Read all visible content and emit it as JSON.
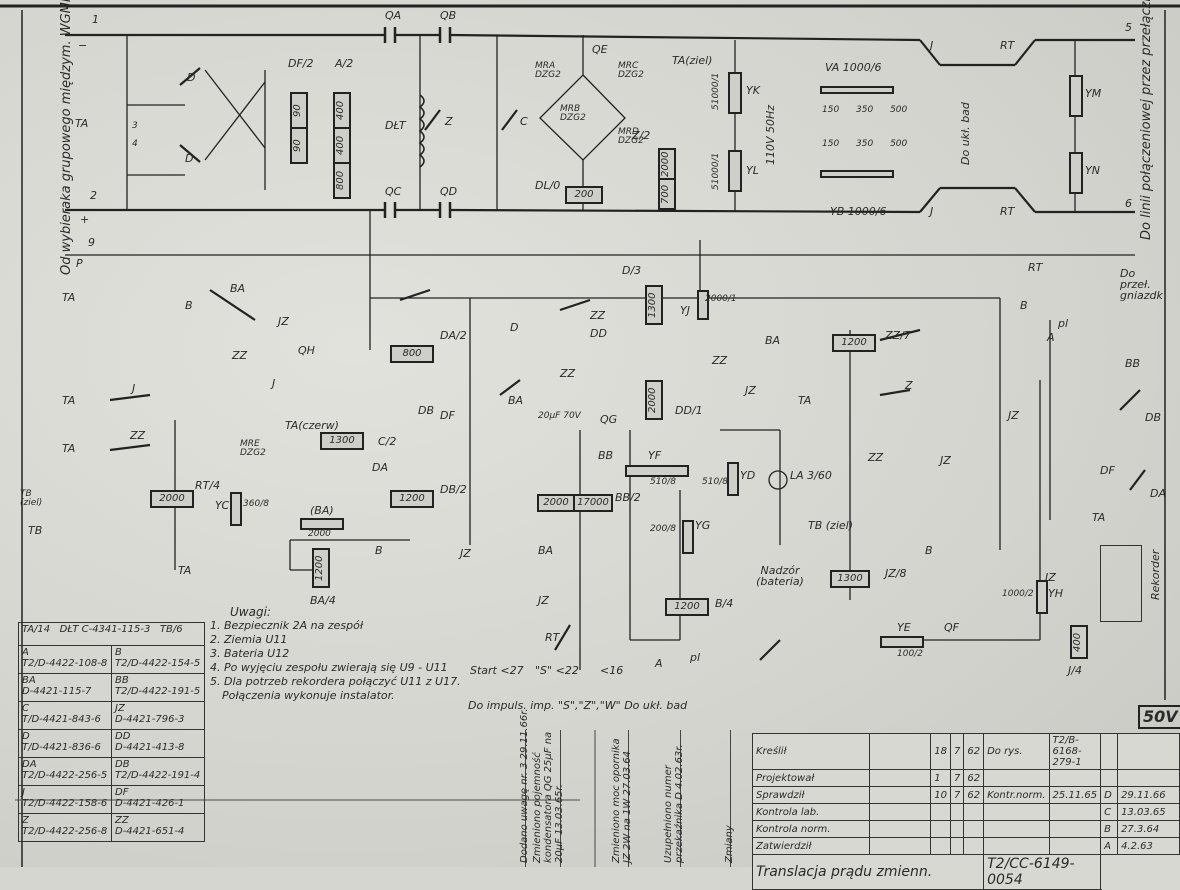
{
  "edge_labels": {
    "left": "Od wybieraka grupowego międzym. WGMM",
    "right": "Do linii połączeniowej przez przełącznice gniazdk i przenośnik",
    "voltage": "50V"
  },
  "labels": {
    "t1": "1",
    "t2": "2",
    "t9": "9",
    "P": "P",
    "t5": "5",
    "t6": "6",
    "minus": "−",
    "plus": "+",
    "TA": "TA",
    "TA3": "3",
    "TA4": "4",
    "QA": "QA",
    "QB": "QB",
    "QC": "QC",
    "QD": "QD",
    "QE": "QE",
    "QF": "QF",
    "QG": "QG",
    "QH": "QH",
    "D": "D",
    "DF2": "DF/2",
    "A2": "A/2",
    "R90": "90",
    "R400": "400",
    "R800": "800",
    "DLT": "DŁT",
    "Z": "Z",
    "C": "C",
    "MRA": "MRA DZG2",
    "MRB": "MRB DZG2",
    "MRC": "MRC DZG2",
    "MRD": "MRD DZG2",
    "MRE": "MRE DZG2",
    "DL0": "DL/0",
    "R200": "200",
    "Z2": "Z/2",
    "R2000": "2000",
    "R700": "700",
    "TAziel": "TA(ziel)",
    "YK": "YK",
    "YL": "YL",
    "R51000": "51000/1",
    "ac": "110V 50Hz",
    "VA": "VA 1000/6",
    "YB": "YB 1000/6",
    "taps": "150 350 500",
    "J": "J",
    "RT": "RT",
    "YM": "YM",
    "YN": "YN",
    "ukl_bad": "Do ukł. bad",
    "B": "B",
    "BA": "BA",
    "BB": "BB",
    "JZ": "JZ",
    "ZZ": "ZZ",
    "DA": "DA",
    "DB": "DB",
    "DD": "DD",
    "DF": "DF",
    "DA2": "DA/2",
    "DB2": "DB/2",
    "C2": "C/2",
    "R1300": "1300",
    "R1200": "1200",
    "TAczerw": "TA(czerw)",
    "D3": "D/3",
    "YJ": "YJ",
    "R2000_1": "2000/1",
    "DD1": "DD/1",
    "ZZ7": "ZZ/7",
    "QGval": "20µF 70V",
    "YF": "YF",
    "YF510": "510/8",
    "R17000": "17000",
    "BB2": "BB/2",
    "YD": "YD",
    "YD510": "510/8",
    "LA": "LA 3/60",
    "TBziel": "TB (ziel)",
    "Nadzor": "Nadzór (bateria)",
    "YG": "YG",
    "YG200": "200/8",
    "JZ8": "JZ/8",
    "B4": "B/4",
    "pl": "pl",
    "A": "A",
    "Rekorder": "Rekorder",
    "YH": "YH",
    "YH1000": "1000/2",
    "YE": "YE",
    "YE100": "100/2",
    "R400b": "400",
    "J4": "J/4",
    "TB": "TB",
    "TBziel2": "TB (ziel)",
    "RT4": "RT/4",
    "YC": "YC",
    "YC360": "360/8",
    "BAp": "(BA)",
    "BA4": "BA/4",
    "przel": "Do przeł. gniazdk",
    "Start": "Start <27",
    "S22": "\"S\" <22",
    "k16": "<16",
    "impuls": "Do impuls. imp. \"S\",\"Z\",\"W\"  Do ukł. bad"
  },
  "notes": {
    "title": "Uwagi:",
    "items": [
      "1. Bezpiecznik 2A na zespół",
      "2. Ziemia U11",
      "3. Bateria U12",
      "4. Po wyjęciu zespołu zwierają się U9 - U11",
      "5. Dla potrzeb rekordera połączyć U11 z U17.",
      "Połączenia wykonuje instalator."
    ]
  },
  "parts_table": {
    "header_left": "TA/14",
    "header_mid": "DŁT C-4341-115-3",
    "header_right": "TB/6",
    "rows": [
      [
        {
          "id": "A",
          "ref": "T2/D-4422-108-8"
        },
        {
          "id": "B",
          "ref": "T2/D-4422-154-5"
        }
      ],
      [
        {
          "id": "BA",
          "ref": "D-4421-115-7"
        },
        {
          "id": "BB",
          "ref": "T2/D-4422-191-5"
        }
      ],
      [
        {
          "id": "C",
          "ref": "T/D-4421-843-6"
        },
        {
          "id": "JZ",
          "ref": "D-4421-796-3"
        }
      ],
      [
        {
          "id": "D",
          "ref": "T/D-4421-836-6"
        },
        {
          "id": "DD",
          "ref": "D-4421-413-8"
        }
      ],
      [
        {
          "id": "DA",
          "ref": "T2/D-4422-256-5"
        },
        {
          "id": "DB",
          "ref": "T2/D-4422-191-4"
        }
      ],
      [
        {
          "id": "J",
          "ref": "T2/D-4422-158-6"
        },
        {
          "id": "DF",
          "ref": "D-4421-426-1"
        }
      ],
      [
        {
          "id": "Z",
          "ref": "T2/D-4422-256-8"
        },
        {
          "id": "ZZ",
          "ref": "D-4421-651-4"
        }
      ]
    ]
  },
  "revisions": [
    "Dodano uwagę nr. 3  29.11.66r.",
    "Zmieniono pojemność kondensatora QG 25µF na 20µF  13.03.65r.",
    "Zmieniono moc opornika JZ 2W na 1W  27.03.64",
    "Uzupełniono numer przekaźnika D  4.02.63r.",
    "Zmiany"
  ],
  "title_block": {
    "rows": [
      {
        "role": "Kreślił",
        "d": "18",
        "m": "7",
        "y": "62"
      },
      {
        "role": "Projektował",
        "d": "1",
        "m": "7",
        "y": "62"
      },
      {
        "role": "Sprawdził",
        "d": "10",
        "m": "7",
        "y": "62"
      },
      {
        "role": "Kontrola lab.",
        "d": "",
        "m": "",
        "y": ""
      },
      {
        "role": "Kontrola norm.",
        "d": "",
        "m": "",
        "y": ""
      },
      {
        "role": "Zatwierdził",
        "d": "",
        "m": "",
        "y": ""
      }
    ],
    "do_rys_label": "Do rys.",
    "do_rys": "T2/B-6168-279-1",
    "kontr_norm_label": "Kontr.norm.",
    "kontr_norm_date": "25.11.65",
    "changes": [
      {
        "letter": "D",
        "date": "29.11.66"
      },
      {
        "letter": "C",
        "date": "13.03.65"
      },
      {
        "letter": "B",
        "date": "27.3.64"
      },
      {
        "letter": "A",
        "date": "4.2.63"
      }
    ],
    "title": "Translacja prądu zmienn.",
    "drawing_no": "T2/CC-6149-0054"
  }
}
